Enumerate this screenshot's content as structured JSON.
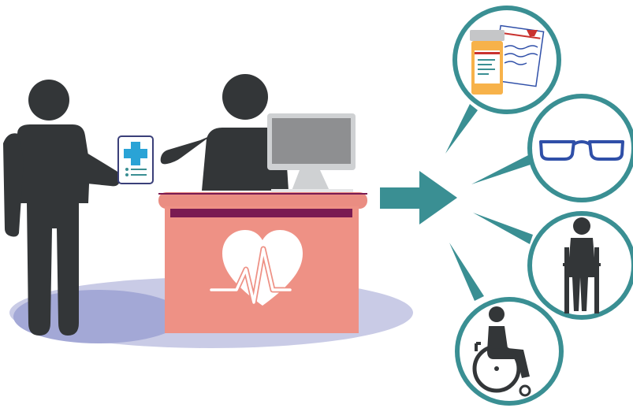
{
  "scene": {
    "items": [
      {
        "name": "patient",
        "icon": "person-silhouette-icon"
      },
      {
        "name": "medical-card",
        "icon": "medical-cross-card-icon"
      },
      {
        "name": "pharmacist",
        "icon": "person-silhouette-icon"
      },
      {
        "name": "computer-monitor",
        "icon": "monitor-icon"
      },
      {
        "name": "pharmacy-counter",
        "icon": "heartbeat-heart-icon"
      },
      {
        "name": "arrow",
        "icon": "right-arrow-icon"
      },
      {
        "name": "prescription-medication",
        "icon": "pill-bottle-prescription-icon"
      },
      {
        "name": "eyeglasses",
        "icon": "eyeglasses-icon"
      },
      {
        "name": "crutches",
        "icon": "person-with-crutches-icon"
      },
      {
        "name": "wheelchair",
        "icon": "wheelchair-user-icon"
      }
    ]
  },
  "colors": {
    "figure": "#333638",
    "counter": "#ee9185",
    "counter_top": "#ea8d82",
    "counter_stripe": "#7a1b52",
    "shadow": "#c9cbe6",
    "shadow_dark": "#a3a8d6",
    "teal": "#3a8f93",
    "monitor": "#cfd1d3",
    "monitor_screen": "#8e8f91",
    "card_cross": "#2aa3d6",
    "glasses": "#2f4fa8",
    "bottle": "#f7b24a",
    "bottle_cap": "#c5c6c8",
    "rx_line": "#c9322f",
    "heart": "#ffffff"
  }
}
